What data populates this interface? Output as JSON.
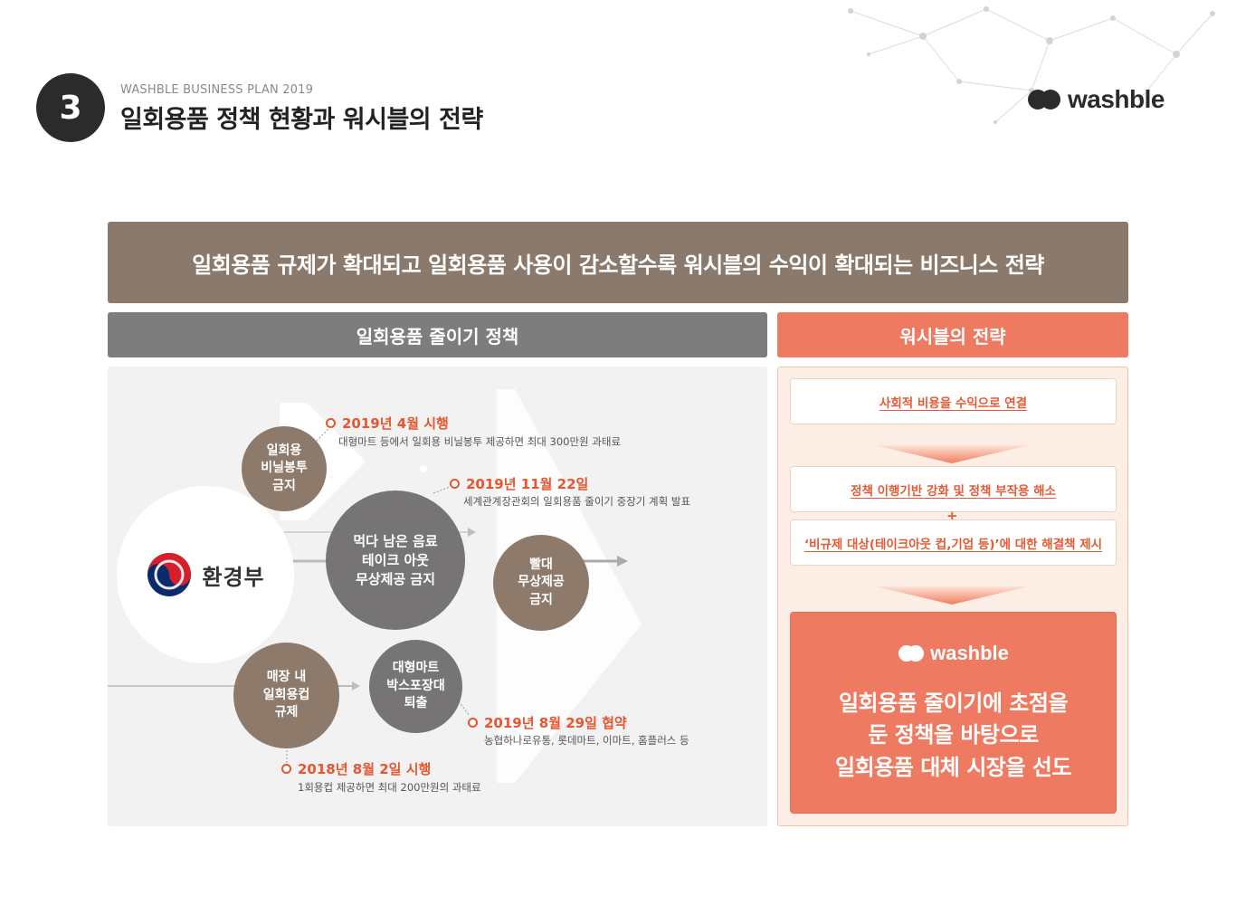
{
  "header": {
    "section_number": "3",
    "subtitle": "WASHBLE BUSINESS PLAN 2019",
    "title": "일회용품 정책 현황과 워시블의 전략",
    "logo_text": "washble"
  },
  "banner": {
    "text": "일회용품 규제가 확대되고 일회용품 사용이 감소할수록 워시블의 수익이 확대되는 비즈니스 전략"
  },
  "left_section": {
    "title": "일회용품 줄이기 정책",
    "ministry": "환경부",
    "policies": [
      {
        "label_lines": [
          "일회용",
          "비닐봉투",
          "금지"
        ],
        "date": "2019년 4월 시행",
        "desc": "대형마트 등에서 일회용 비닐봉투 제공하면 최대 300만원 과태료"
      },
      {
        "label_lines": [
          "먹다 남은 음료",
          "테이크 아웃",
          "무상제공 금지"
        ],
        "date": "2019년 11월 22일",
        "desc": "세계관계장관회의 일회용품 줄이기 중장기 계획 발표"
      },
      {
        "label_lines": [
          "빨대",
          "무상제공",
          "금지"
        ]
      },
      {
        "label_lines": [
          "매장 내",
          "일회용컵",
          "규제"
        ],
        "date": "2018년 8월 2일 시행",
        "desc": "1회용컵 제공하면 최대 200만원의 과태료"
      },
      {
        "label_lines": [
          "대형마트",
          "박스포장대",
          "퇴출"
        ],
        "date": "2019년 8월 29일 협약",
        "desc": "농협하나로유통, 롯데마트, 이마트, 홈플러스 등"
      }
    ]
  },
  "right_section": {
    "title": "워시블의 전략",
    "step1": "사회적 비용을 수익으로 연결",
    "step2a": "정책 이행기반 강화 및 정책 부작용 해소",
    "plus": "+",
    "step2b": "‘비규제 대상(테이크아웃 컵,기업 등)’에 대한 해결책 제시",
    "result": {
      "logo_text": "washble",
      "lines": [
        "일회용품 줄이기에 초점을",
        "둔 정책을 바탕으로",
        "일회용품 대체 시장을 선도"
      ]
    }
  },
  "colors": {
    "banner": "#8b7a6c",
    "left_header": "#7d7d7d",
    "accent": "#ee7a61",
    "date_text": "#e8552f",
    "brown_circle": "#8d7a6b",
    "grey_circle": "#767474"
  }
}
